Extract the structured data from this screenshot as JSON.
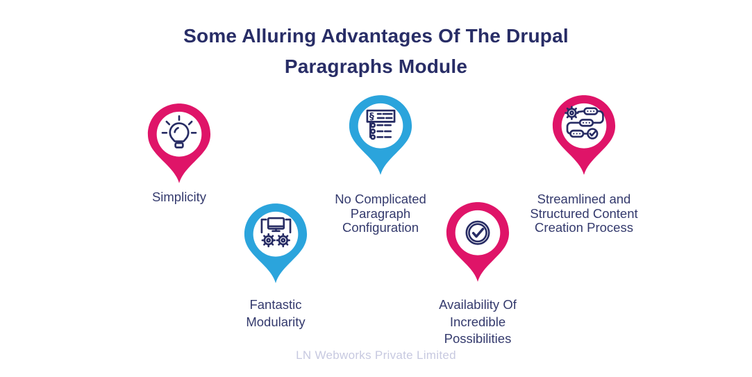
{
  "title": {
    "line1": "Some Alluring Advantages Of The Drupal",
    "line2": "Paragraphs Module"
  },
  "pins": [
    {
      "label": "Simplicity",
      "color": "#DF1468",
      "icon": "lightbulb-icon"
    },
    {
      "label": "No Complicated\nParagraph\nConfiguration",
      "color": "#2BA4DC",
      "icon": "paragraph-list-icon"
    },
    {
      "label": "Streamlined and\nStructured Content\nCreation Process",
      "color": "#DF1468",
      "icon": "workflow-process-icon"
    },
    {
      "label": "Fantastic\nModularity",
      "color": "#2BA4DC",
      "icon": "monitor-gears-icon"
    },
    {
      "label": "Availability Of\nIncredible\nPossibilities",
      "color": "#DF1468",
      "icon": "check-circle-icon"
    }
  ],
  "footer": {
    "text": "LN Webworks Private Limited"
  },
  "colors": {
    "pink": "#DF1468",
    "blue": "#2BA4DC",
    "navy": "#272C64",
    "title_text": "#282D66",
    "label_text": "#343A6D",
    "footer_text": "#C7C9E0",
    "background": "#FFFFFF"
  }
}
